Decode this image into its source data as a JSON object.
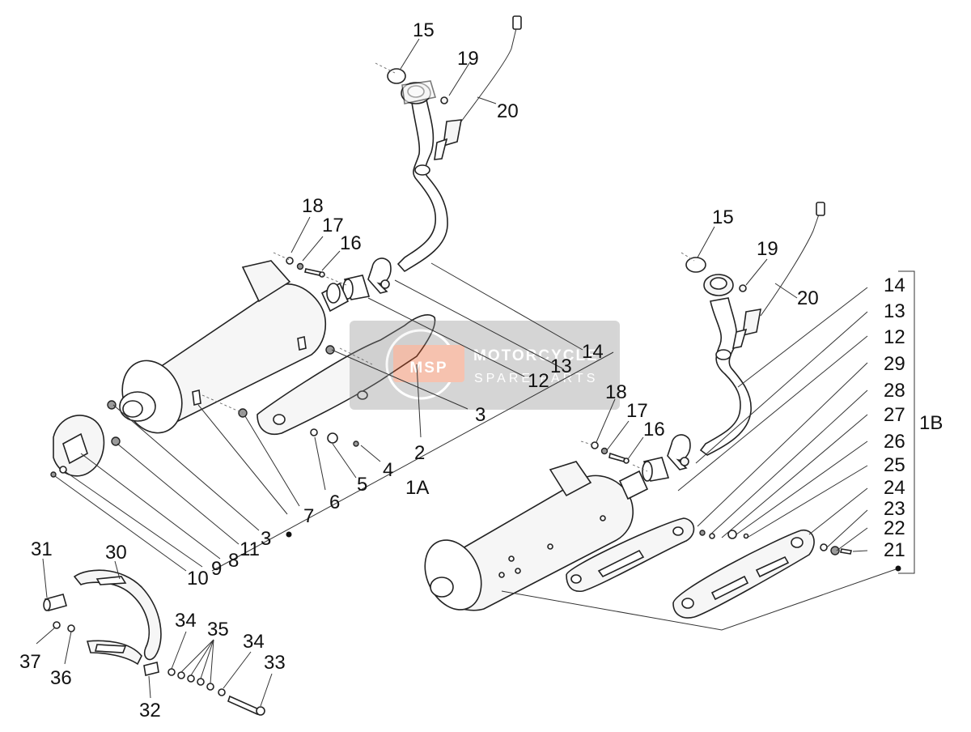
{
  "labels": {
    "l_15a": "15",
    "l_19a": "19",
    "l_20a": "20",
    "l_18a": "18",
    "l_17a": "17",
    "l_16a": "16",
    "l_14a": "14",
    "l_13a": "13",
    "l_12a": "12",
    "l_3a": "3",
    "l_2a": "2",
    "l_4a": "4",
    "l_5a": "5",
    "l_6a": "6",
    "l_7a": "7",
    "l_3b": "3",
    "l_11a": "11",
    "l_8a": "8",
    "l_9a": "9",
    "l_10a": "10",
    "l_1a": "1A",
    "l_15b": "15",
    "l_19b": "19",
    "l_20b": "20",
    "l_14b": "14",
    "l_13b": "13",
    "l_12b": "12",
    "l_29": "29",
    "l_28": "28",
    "l_27": "27",
    "l_26": "26",
    "l_25": "25",
    "l_24": "24",
    "l_23": "23",
    "l_22": "22",
    "l_21": "21",
    "l_1b": "1B",
    "l_18b": "18",
    "l_17b": "17",
    "l_16b": "16",
    "l_31": "31",
    "l_30": "30",
    "l_37": "37",
    "l_36": "36",
    "l_32": "32",
    "l_34a": "34",
    "l_35": "35",
    "l_34b": "34",
    "l_33": "33"
  },
  "watermark": {
    "logo": "MSP",
    "line1": "MOTORCYCLE",
    "line2": "SPARE PARTS",
    "accent": "#e8541e"
  },
  "icons": {
    "muffler_1a": "muffler-icon",
    "muffler_1b": "muffler-icon",
    "exhaust_pipe": "exhaust-pipe-icon",
    "lambda_sensor": "oxygen-sensor-icon",
    "heat_shield": "heat-shield-icon",
    "bracket": "muffler-bracket-icon"
  }
}
